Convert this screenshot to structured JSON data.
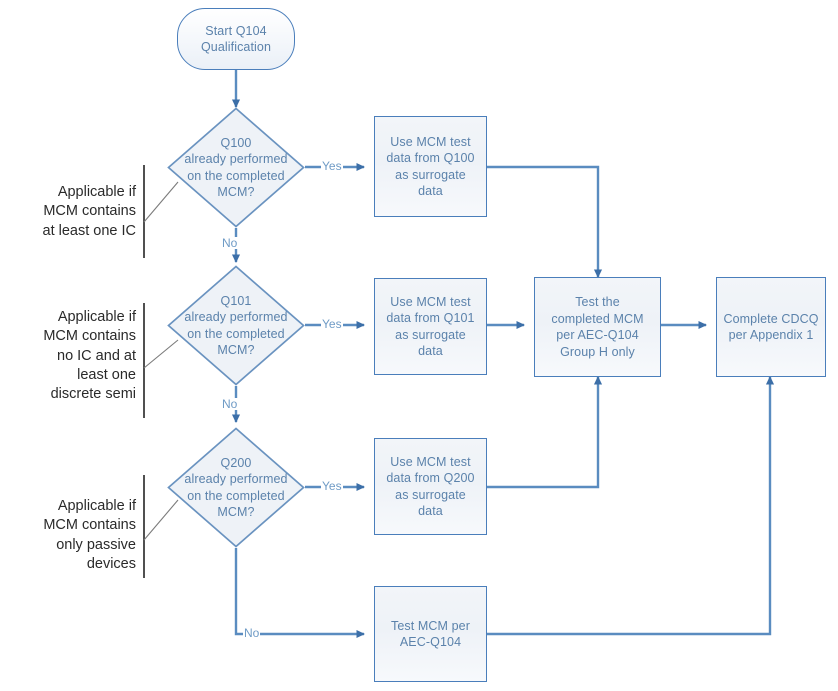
{
  "diagram": {
    "title": "AEC-Q104 MCM Qualification Flowchart",
    "type": "flowchart",
    "colors": {
      "node_border": "#4a7ebb",
      "node_text": "#5b82ab",
      "connector": "#4a7ebb",
      "edge_label": "#6f9bc6",
      "annotation_text": "#2a2a2a",
      "annotation_bracket": "#404040",
      "background": "#ffffff"
    }
  },
  "nodes": {
    "start": {
      "shape": "terminator",
      "label": "Start Q104 Qualification",
      "lines": [
        "Start Q104",
        "Qualification"
      ]
    },
    "decision_q100": {
      "shape": "decision",
      "label": "Q100 already performed on the completed MCM?",
      "lines": [
        "Q100",
        "already performed",
        "on the completed",
        "MCM?"
      ]
    },
    "decision_q101": {
      "shape": "decision",
      "label": "Q101 already performed on the completed MCM?",
      "lines": [
        "Q101",
        "already performed",
        "on the completed",
        "MCM?"
      ]
    },
    "decision_q200": {
      "shape": "decision",
      "label": "Q200 already performed on the completed MCM?",
      "lines": [
        "Q200",
        "already performed",
        "on the completed",
        "MCM?"
      ]
    },
    "surrogate_q100": {
      "shape": "process",
      "label": "Use MCM test data from Q100 as surrogate data",
      "lines": [
        "Use MCM test",
        "data from Q100",
        "as surrogate",
        "data"
      ]
    },
    "surrogate_q101": {
      "shape": "process",
      "label": "Use MCM test data from Q101 as surrogate data",
      "lines": [
        "Use MCM test",
        "data from Q101",
        "as surrogate",
        "data"
      ]
    },
    "surrogate_q200": {
      "shape": "process",
      "label": "Use MCM test data from Q200 as surrogate data",
      "lines": [
        "Use MCM test",
        "data from Q200",
        "as surrogate",
        "data"
      ]
    },
    "test_group_h": {
      "shape": "process",
      "label": "Test the completed MCM per AEC-Q104 Group H only",
      "lines": [
        "Test the",
        "completed MCM",
        "per AEC-Q104",
        "Group H only"
      ]
    },
    "complete_cdcq": {
      "shape": "process",
      "label": "Complete CDCQ per Appendix 1",
      "lines": [
        "Complete CDCQ",
        "per Appendix 1"
      ]
    },
    "test_full": {
      "shape": "process",
      "label": "Test MCM per AEC-Q104",
      "lines": [
        "Test MCM per",
        "AEC-Q104"
      ]
    }
  },
  "edge_labels": {
    "q100_yes": "Yes",
    "q100_no": "No",
    "q101_yes": "Yes",
    "q101_no": "No",
    "q200_yes": "Yes",
    "q200_no": "No"
  },
  "annotations": [
    {
      "id": "applicable-ic",
      "label": "Applicable if MCM contains at least one IC",
      "lines": [
        "Applicable if",
        "MCM contains",
        "at least one IC"
      ]
    },
    {
      "id": "applicable-discrete",
      "label": "Applicable if MCM contains no IC and at least one discrete semi",
      "lines": [
        "Applicable if",
        "MCM contains",
        "no IC and at",
        "least one",
        "discrete semi"
      ]
    },
    {
      "id": "applicable-passive",
      "label": "Applicable if MCM contains only passive devices",
      "lines": [
        "Applicable if",
        "MCM contains",
        "only passive",
        "devices"
      ]
    }
  ]
}
